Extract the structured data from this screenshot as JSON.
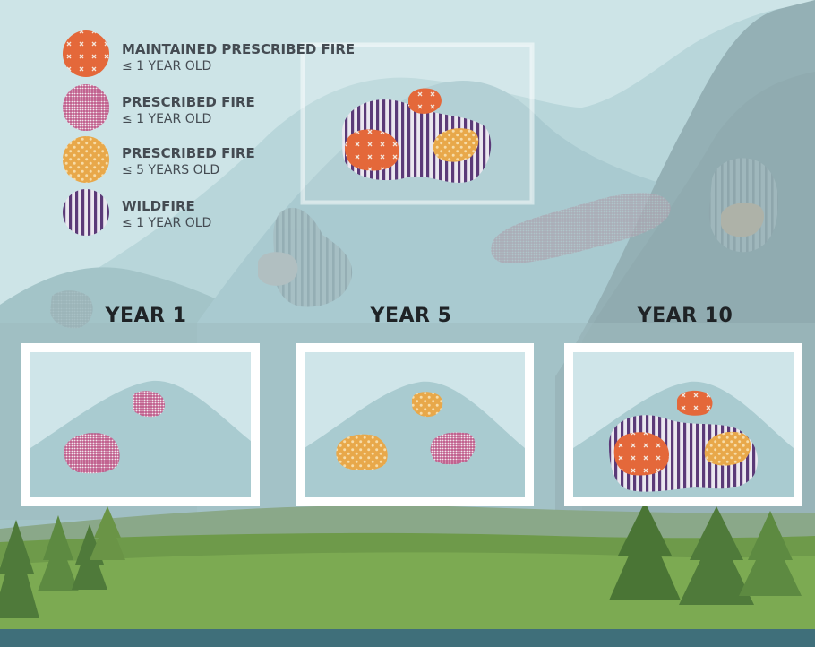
{
  "legend": [
    {
      "title": "MAINTAINED PRESCRIBED FIRE",
      "age": "≤ 1 YEAR OLD",
      "pattern": "orange-dots",
      "color": "#e4683a"
    },
    {
      "title": "PRESCRIBED FIRE",
      "age": "≤ 1 YEAR OLD",
      "pattern": "magenta-crosshatch",
      "color": "#b0326e"
    },
    {
      "title": "PRESCRIBED FIRE",
      "age": "≤ 5 YEARS OLD",
      "pattern": "yellow-dots",
      "color": "#e8a84a"
    },
    {
      "title": "WILDFIRE",
      "age": "≤ 1 YEAR OLD",
      "pattern": "purple-stripes",
      "color": "#5b3a78"
    }
  ],
  "panels": [
    {
      "label": "YEAR 1"
    },
    {
      "label": "YEAR 5"
    },
    {
      "label": "YEAR 10"
    }
  ],
  "colors": {
    "sky": "#cde4e7",
    "mountain_far": "#a9cbd0",
    "mountain_near": "#94b2b6",
    "grass": "#6e9a4a",
    "water": "#3f6f7a"
  }
}
